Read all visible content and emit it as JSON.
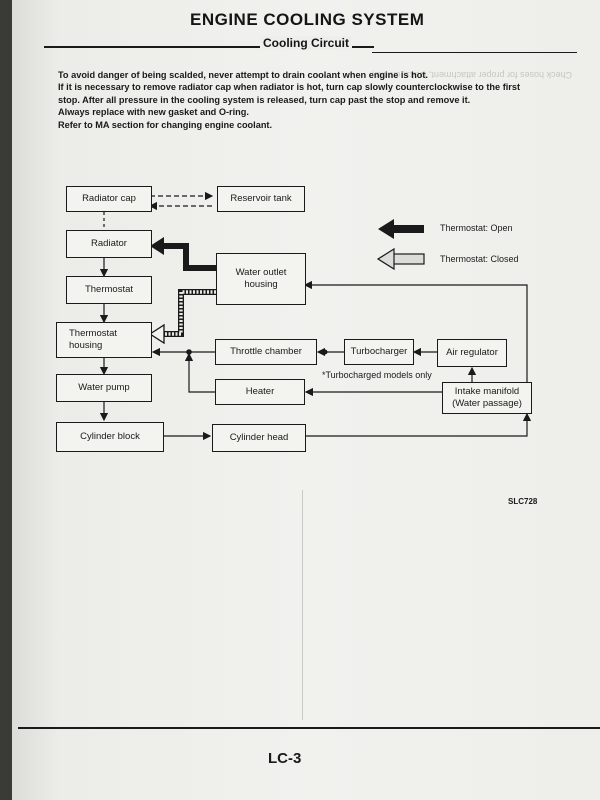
{
  "header": {
    "title": "ENGINE COOLING SYSTEM",
    "subtitle": "Cooling Circuit"
  },
  "warning_lines": [
    "To avoid danger of being scalded, never attempt to drain coolant when engine is hot.",
    "If it is necessary to remove radiator cap when radiator is hot, turn cap slowly counterclockwise to the first",
    "stop. After all pressure in the cooling system is released, turn cap past the stop and remove it.",
    "Always replace with new gasket and O-ring.",
    "Refer to MA section for changing engine coolant."
  ],
  "diagram": {
    "boxes": {
      "radiator_cap": "Radiator cap",
      "reservoir_tank": "Reservoir tank",
      "radiator": "Radiator",
      "thermostat": "Thermostat",
      "water_outlet_housing": "Water outlet\nhousing",
      "thermostat_housing": "Thermostat\nhousing",
      "throttle_chamber": "Throttle chamber",
      "turbocharger": "Turbocharger",
      "air_regulator": "Air regulator",
      "water_pump": "Water pump",
      "heater": "Heater",
      "intake_manifold": "Intake manifold\n(Water passage)",
      "cylinder_block": "Cylinder block",
      "cylinder_head": "Cylinder head"
    },
    "legend": {
      "open": "Thermostat: Open",
      "closed": "Thermostat: Closed"
    },
    "note": "*Turbocharged models only",
    "figure_code": "SLC728"
  },
  "footer": {
    "page_number": "LC-3"
  }
}
